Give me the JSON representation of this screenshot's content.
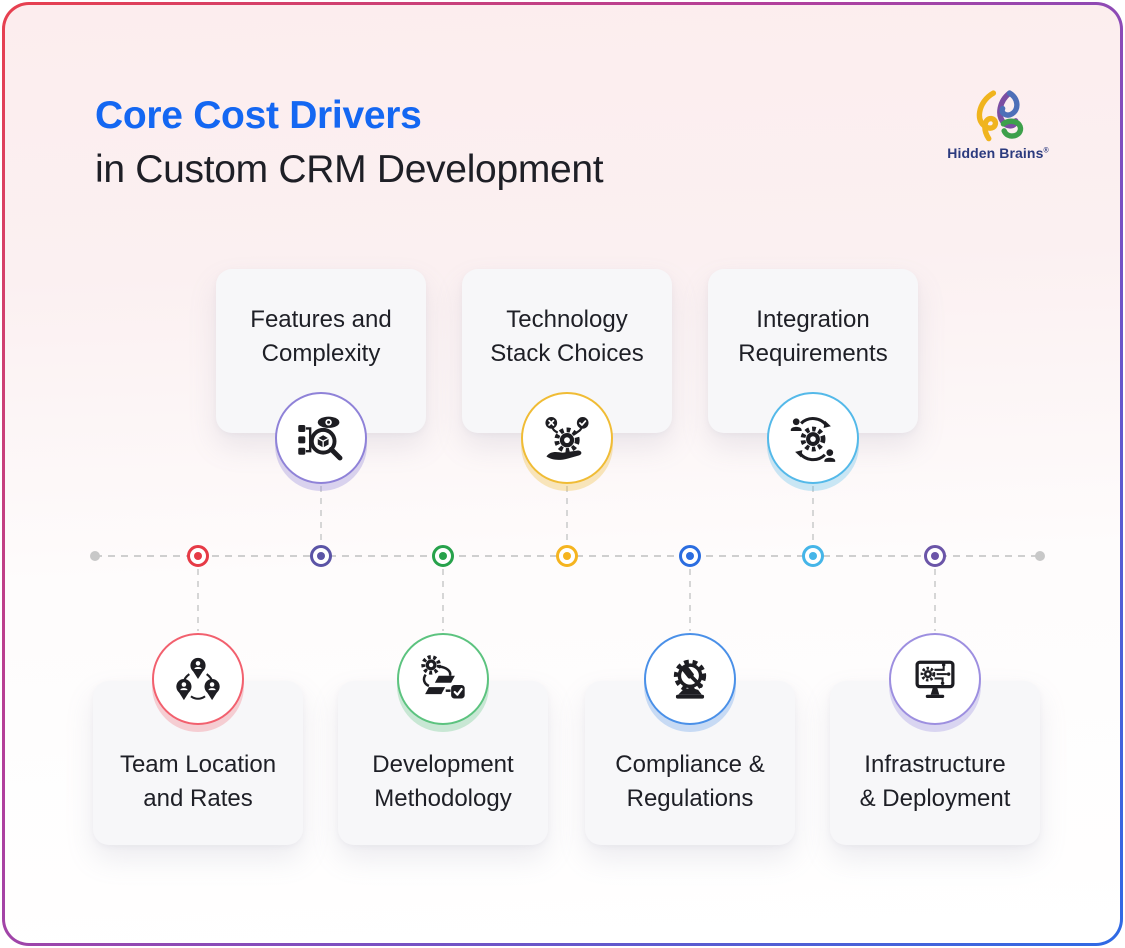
{
  "header": {
    "title_line1": "Core Cost Drivers",
    "title_line2": "in Custom CRM Development",
    "accent_color": "#1467f2",
    "text_color": "#1e1f26"
  },
  "logo": {
    "brand": "Hidden Brains",
    "registered": "®",
    "text_color": "#2b3a7e",
    "symbol_colors": {
      "yellow": "#f0b41e",
      "blue": "#4d6fb8",
      "purple": "#7b4ea3",
      "green": "#3da04b"
    }
  },
  "items": [
    {
      "label_line1": "Features and",
      "label_line2": "Complexity",
      "icon": "feature-analysis-icon",
      "row": "top",
      "accent": "#8f82d8",
      "glow": "rgba(143,130,216,0.32)",
      "dot": "#5b54a6"
    },
    {
      "label_line1": "Technology",
      "label_line2": "Stack Choices",
      "icon": "tech-stack-hand-gear-icon",
      "row": "top",
      "accent": "#f0bc35",
      "glow": "rgba(240,188,53,0.32)",
      "dot": "#f5b41f"
    },
    {
      "label_line1": "Integration",
      "label_line2": "Requirements",
      "icon": "integration-sync-icon",
      "row": "top",
      "accent": "#54b9e9",
      "glow": "rgba(84,185,233,0.30)",
      "dot": "#45b5e8"
    },
    {
      "label_line1": "Team Location",
      "label_line2": "and Rates",
      "icon": "team-location-pins-icon",
      "row": "bottom",
      "accent": "#f2606e",
      "glow": "rgba(242,96,110,0.28)",
      "dot": "#e63a46"
    },
    {
      "label_line1": "Development",
      "label_line2": "Methodology",
      "icon": "methodology-workflow-icon",
      "row": "bottom",
      "accent": "#5cc37f",
      "glow": "rgba(92,195,127,0.30)",
      "dot": "#27a24b"
    },
    {
      "label_line1": "Compliance &",
      "label_line2": "Regulations",
      "icon": "compliance-gavel-icon",
      "row": "bottom",
      "accent": "#4a90e8",
      "glow": "rgba(74,144,232,0.28)",
      "dot": "#2b6de0"
    },
    {
      "label_line1": "Infrastructure",
      "label_line2": "& Deployment",
      "icon": "infrastructure-deployment-icon",
      "row": "bottom",
      "accent": "#9d8fe0",
      "glow": "rgba(157,143,224,0.32)",
      "dot": "#6b55a8"
    }
  ],
  "timeline": {
    "line_color": "#cfcfcf",
    "end_dot_color": "#c8c8c8"
  },
  "frame": {
    "border_gradient": [
      "#e8404e",
      "#b13f9d",
      "#2e6ae5"
    ],
    "background_top": "#fcedee"
  }
}
